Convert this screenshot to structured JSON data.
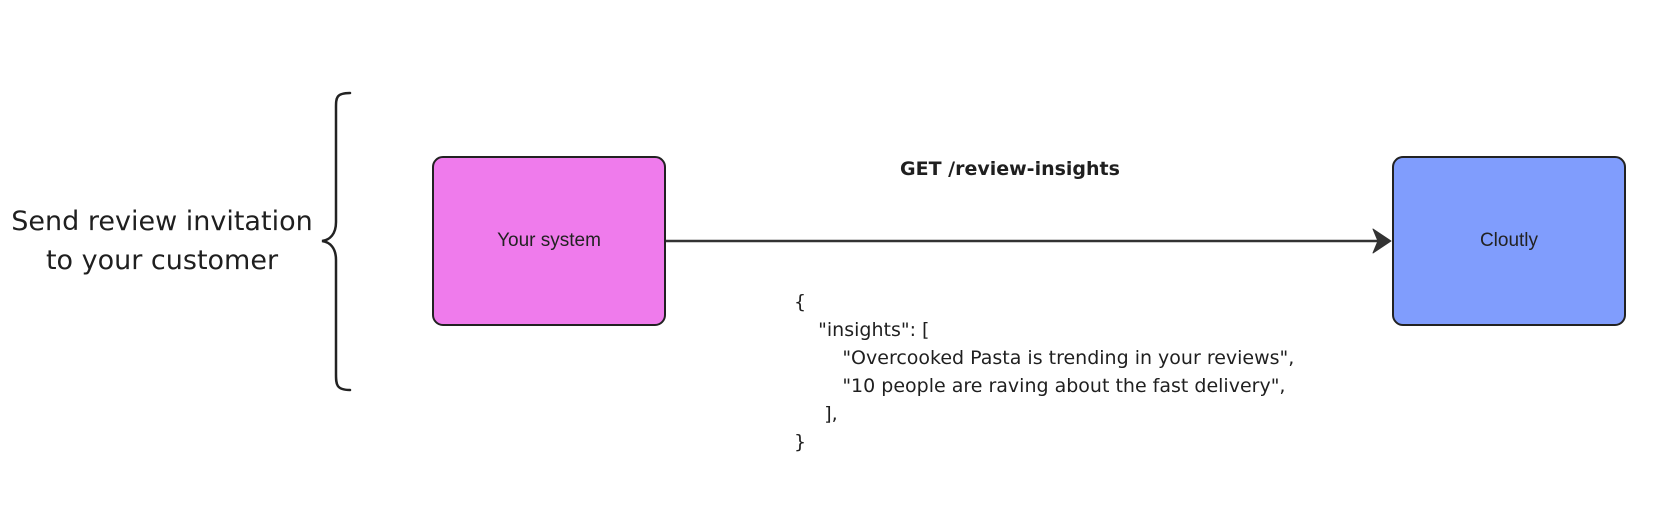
{
  "side_label": {
    "line1": "Send review invitation",
    "line2": "to your customer"
  },
  "nodes": {
    "source": {
      "label": "Your system",
      "color": "#ef7bec"
    },
    "target": {
      "label": "Cloutly",
      "color": "#809dfd"
    }
  },
  "edge": {
    "label": "GET /review-insights"
  },
  "payload": {
    "lines": [
      "{",
      "    \"insights\": [",
      "        \"Overcooked Pasta is trending in your reviews\",",
      "        \"10 people are raving about the fast delivery\",",
      "     ],",
      "}"
    ]
  }
}
